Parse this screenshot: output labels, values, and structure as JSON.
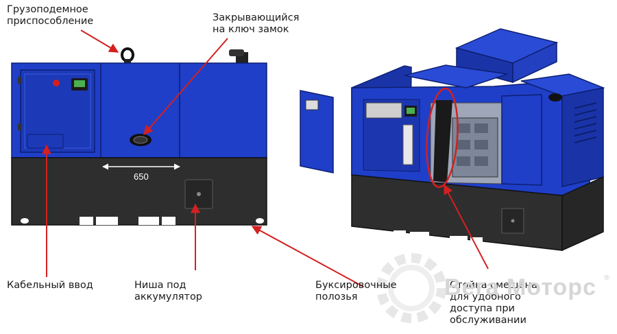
{
  "labels": {
    "lifting": [
      "Грузоподемное",
      "приспособление"
    ],
    "lock": [
      "Закрывающийся",
      "на ключ замок"
    ],
    "cable": [
      "Кабельный ввод"
    ],
    "battery": [
      "Ниша под",
      "аккумулятор"
    ],
    "towing": [
      "Буксировочные",
      "полозья"
    ],
    "rack": [
      "Стойка смещена",
      "для удобного",
      "доступа при",
      "обслуживании"
    ]
  },
  "dimension": "650",
  "watermark": "Вега Моторс",
  "watermark_mark": "®",
  "colors": {
    "enclosure_blue": "#1f3fc8",
    "base_dark": "#2e2e2e",
    "arrow_red": "#d42020",
    "text": "#1a1a1a"
  },
  "icons": [
    "gear-watermark-icon",
    "lock-icon",
    "lifting-eye-icon",
    "exhaust-pipe-icon"
  ]
}
